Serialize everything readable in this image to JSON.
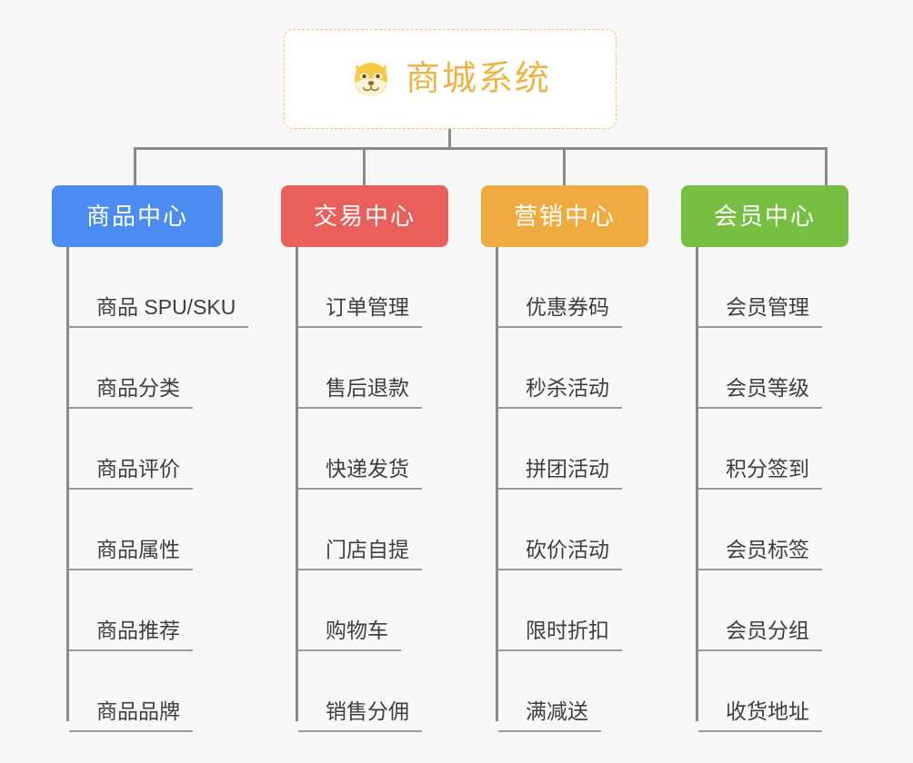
{
  "root": {
    "title": "商城系统",
    "icon": "dog-face-icon",
    "accent_color": "#f0b343",
    "border_color": "#f3c164",
    "background": "#ffffff"
  },
  "canvas": {
    "background": "#f8f8f8",
    "connector_color": "#8a8a8a"
  },
  "categories": [
    {
      "label": "商品中心",
      "color": "#4a8cf0",
      "items": [
        "商品 SPU/SKU",
        "商品分类",
        "商品评价",
        "商品属性",
        "商品推荐",
        "商品品牌"
      ]
    },
    {
      "label": "交易中心",
      "color": "#e95f5c",
      "items": [
        "订单管理",
        "售后退款",
        "快递发货",
        "门店自提",
        "购物车",
        "销售分佣"
      ]
    },
    {
      "label": "营销中心",
      "color": "#eeab40",
      "items": [
        "优惠券码",
        "秒杀活动",
        "拼团活动",
        "砍价活动",
        "限时折扣",
        "满减送"
      ]
    },
    {
      "label": "会员中心",
      "color": "#76bf43",
      "items": [
        "会员管理",
        "会员等级",
        "积分签到",
        "会员标签",
        "会员分组",
        "收货地址"
      ]
    }
  ]
}
